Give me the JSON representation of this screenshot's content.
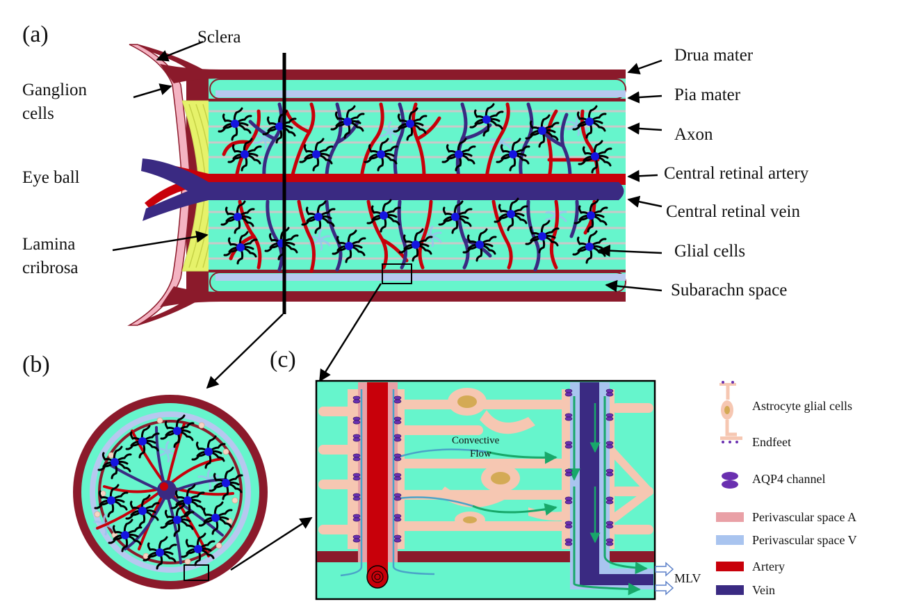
{
  "colors": {
    "dura": "#8b1a2b",
    "fluid": "#66f5cc",
    "fluid_light": "#7ff7d4",
    "pia": "#b7c8ef",
    "artery": "#c8000a",
    "vein": "#3a2a82",
    "sclera": "#f4b3c2",
    "lamina": "#e6f26a",
    "astrocyte": "#f6c7b2",
    "nucleus": "#d4aa55",
    "peri_a": "#e9a0a6",
    "peri_v": "#a9c4ef",
    "aqp4": "#6a30b0",
    "flow": "#18a86a"
  },
  "panel_a": {
    "label": "(a)",
    "left_labels": {
      "sclera": "Sclera",
      "ganglion_1": "Ganglion",
      "ganglion_2": "cells",
      "eyeball": "Eye ball",
      "lamina_1": "Lamina",
      "lamina_2": "cribrosa"
    },
    "right_labels": [
      "Drua mater",
      "Pia mater",
      "Axon",
      "Central retinal artery",
      "Central retinal vein",
      "Glial cells",
      "Subarachn space"
    ]
  },
  "panel_b": {
    "label": "(b)"
  },
  "panel_c": {
    "label": "(c)",
    "flow_1": "Convective",
    "flow_2": "Flow",
    "mlv": "MLV"
  },
  "legend": {
    "astrocyte": "Astrocyte glial cells",
    "endfeet": "Endfeet",
    "aqp4": "AQP4 channel",
    "peri_a": "Perivascular space A",
    "peri_v": "Perivascular space V",
    "artery": "Artery",
    "vein": "Vein"
  }
}
